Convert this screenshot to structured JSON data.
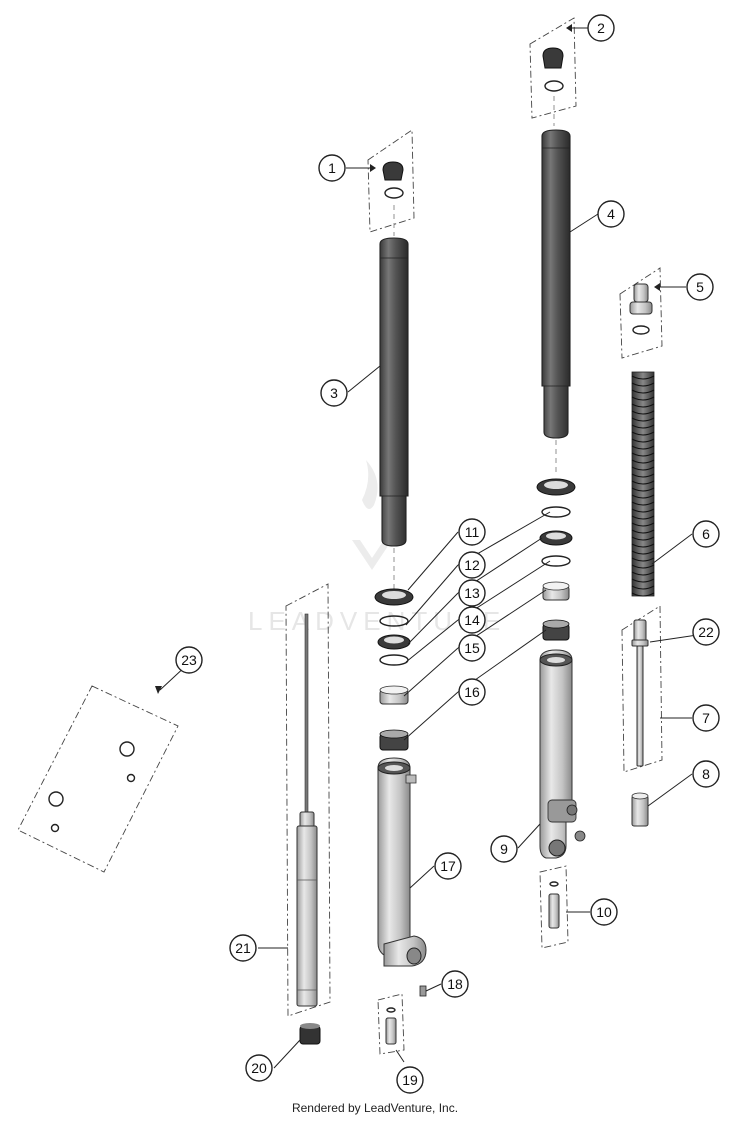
{
  "watermark_text": "LEADVENTURE",
  "footer_text": "Rendered by LeadVenture, Inc.",
  "callouts": [
    {
      "number": "1"
    },
    {
      "number": "2"
    },
    {
      "number": "3"
    },
    {
      "number": "4"
    },
    {
      "number": "5"
    },
    {
      "number": "6"
    },
    {
      "number": "7"
    },
    {
      "number": "8"
    },
    {
      "number": "9"
    },
    {
      "number": "10"
    },
    {
      "number": "11"
    },
    {
      "number": "12"
    },
    {
      "number": "13"
    },
    {
      "number": "14"
    },
    {
      "number": "15"
    },
    {
      "number": "16"
    },
    {
      "number": "17"
    },
    {
      "number": "18"
    },
    {
      "number": "19"
    },
    {
      "number": "20"
    },
    {
      "number": "21"
    },
    {
      "number": "22"
    },
    {
      "number": "23"
    }
  ]
}
